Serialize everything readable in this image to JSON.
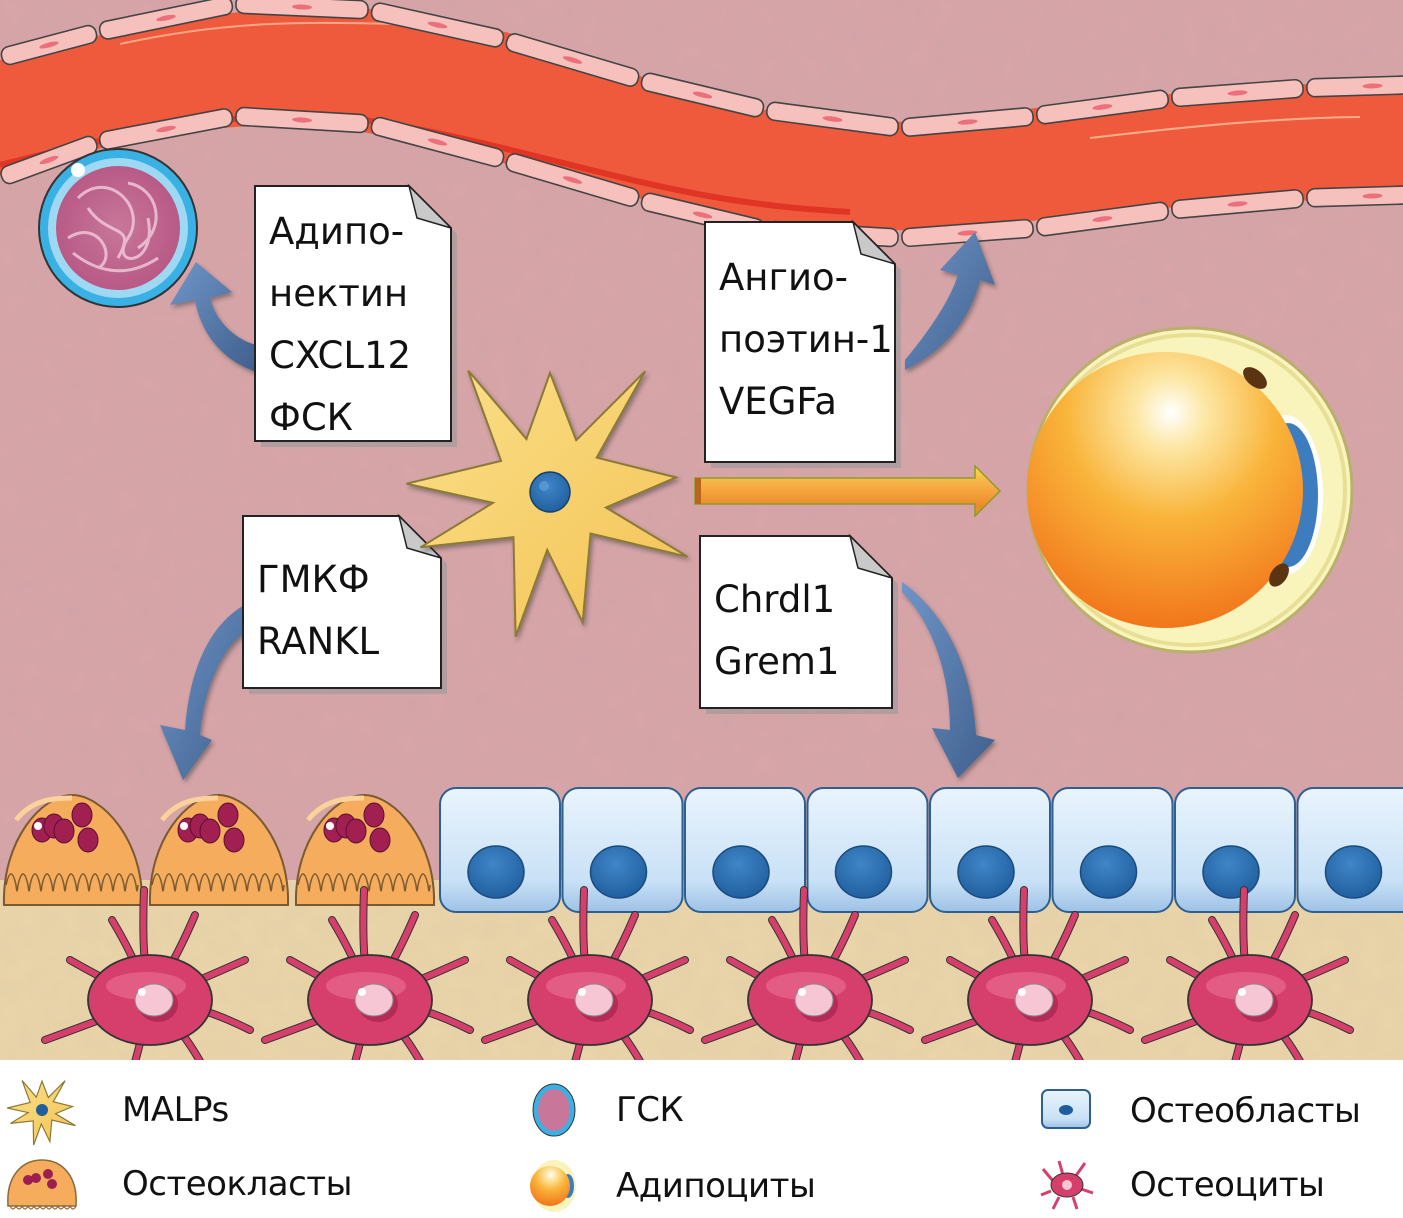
{
  "diagram": {
    "title": "",
    "notes": {
      "hsc_factors": {
        "lines": [
          "Адипо-",
          "нектин",
          "CXCL12",
          "ФСК"
        ]
      },
      "vascular_factors": {
        "lines": [
          "Ангио-",
          "поэтин-1",
          "VEGFa"
        ]
      },
      "osteoclast_factors": {
        "lines": [
          "ГМКФ",
          "RANKL"
        ]
      },
      "osteoblast_factors": {
        "lines": [
          "Chrdl1",
          "Grem1"
        ]
      }
    },
    "arrows": [
      {
        "from": "MALPs",
        "to": "ГСК",
        "style": "curved-blue"
      },
      {
        "from": "MALPs",
        "to": "blood-vessel",
        "style": "curved-blue"
      },
      {
        "from": "MALPs",
        "to": "Остеокласты",
        "style": "curved-blue"
      },
      {
        "from": "MALPs",
        "to": "Остеобласты",
        "style": "curved-blue"
      },
      {
        "from": "MALPs",
        "to": "Адипоциты",
        "style": "straight-orange"
      }
    ],
    "cell_counts": {
      "osteoclasts": 3,
      "osteoblasts": 8,
      "osteocytes": 6
    },
    "colors": {
      "marrow": "#d9a4a6",
      "bone": "#e9d3a8",
      "vessel": "#ef5a3c",
      "endothelium": "#f6c0bd",
      "malp": "#f9cf6c",
      "osteoclast": "#f5ac5c",
      "osteoblast": "#cfe6f7",
      "osteocyte": "#d63f6c",
      "adipocyte": "#f7931e",
      "arrow_blue": "#5b7fae"
    }
  },
  "legend": {
    "items": [
      {
        "icon": "malp-icon",
        "label": "MALPs"
      },
      {
        "icon": "osteoclast-icon",
        "label": "Остеокласты"
      },
      {
        "icon": "hsc-icon",
        "label": "ГСК"
      },
      {
        "icon": "adipocyte-icon",
        "label": "Адипоциты"
      },
      {
        "icon": "osteoblast-icon",
        "label": "Остеобласты"
      },
      {
        "icon": "osteocyte-icon",
        "label": "Остеоциты"
      }
    ]
  }
}
